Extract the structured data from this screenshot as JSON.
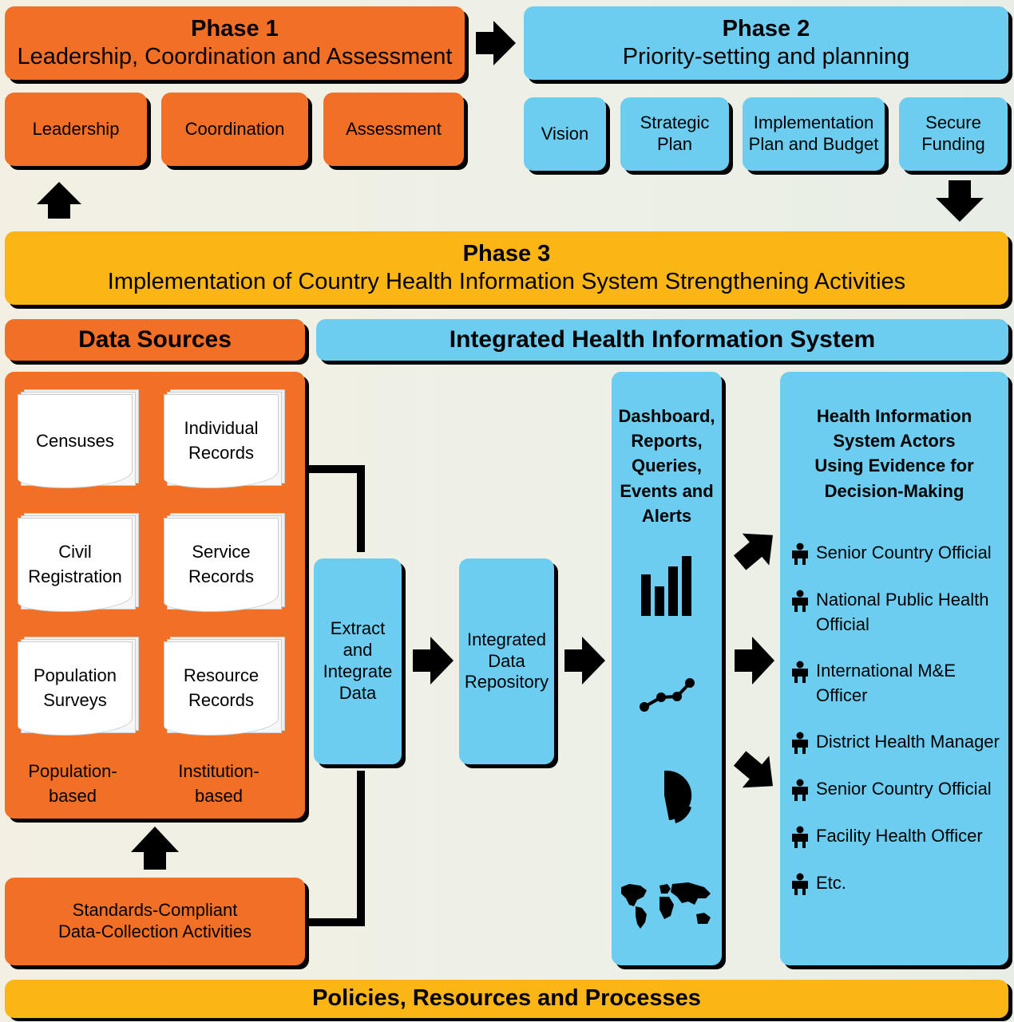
{
  "phase1": {
    "title": "Phase 1",
    "subtitle": "Leadership, Coordination and Assessment",
    "items": [
      "Leadership",
      "Coordination",
      "Assessment"
    ]
  },
  "phase2": {
    "title": "Phase 2",
    "subtitle": "Priority-setting and planning",
    "items": [
      {
        "line1": "Vision",
        "line2": ""
      },
      {
        "line1": "Strategic",
        "line2": "Plan"
      },
      {
        "line1": "Implementation",
        "line2": "Plan and Budget"
      },
      {
        "line1": "Secure",
        "line2": "Funding"
      }
    ]
  },
  "phase3": {
    "title": "Phase 3",
    "subtitle": "Implementation of Country Health Information System Strengthening Activities"
  },
  "data_sources": {
    "header": "Data Sources",
    "documents": [
      {
        "line1": "Censuses",
        "line2": ""
      },
      {
        "line1": "Individual",
        "line2": "Records"
      },
      {
        "line1": "Civil",
        "line2": "Registration"
      },
      {
        "line1": "Service",
        "line2": "Records"
      },
      {
        "line1": "Population",
        "line2": "Surveys"
      },
      {
        "line1": "Resource",
        "line2": "Records"
      }
    ],
    "population_label": {
      "line1": "Population-",
      "line2": "based"
    },
    "institution_label": {
      "line1": "Institution-",
      "line2": "based"
    }
  },
  "standards": {
    "line1": "Standards-Compliant",
    "line2": "Data-Collection Activities"
  },
  "ihis": {
    "header": "Integrated Health Information System",
    "extract": [
      "Extract",
      "and",
      "Integrate",
      "Data"
    ],
    "repository": [
      "Integrated",
      "Data",
      "Repository"
    ],
    "dashboard": [
      "Dashboard,",
      "Reports,",
      "Queries,",
      "Events and",
      "Alerts"
    ],
    "dashboard_icons": [
      "bar-chart-icon",
      "line-chart-icon",
      "pie-chart-icon",
      "world-map-icon"
    ]
  },
  "actors": {
    "title": [
      "Health Information",
      "System Actors",
      "Using Evidence for",
      "Decision-Making"
    ],
    "icon": "person-icon",
    "items": [
      {
        "line1": "Senior Country Official",
        "line2": ""
      },
      {
        "line1": "National Public Health",
        "line2": "Official"
      },
      {
        "line1": "International M&E",
        "line2": "Officer"
      },
      {
        "line1": "District Health Manager",
        "line2": ""
      },
      {
        "line1": "Senior Country Official",
        "line2": ""
      },
      {
        "line1": "Facility Health Officer",
        "line2": ""
      },
      {
        "line1": "Etc.",
        "line2": ""
      }
    ]
  },
  "footer": {
    "label": "Policies, Resources and Processes"
  },
  "colors": {
    "orange": "#f26f26",
    "blue": "#6ccdf0",
    "yellow": "#fbb514",
    "arrow": "#000000"
  }
}
